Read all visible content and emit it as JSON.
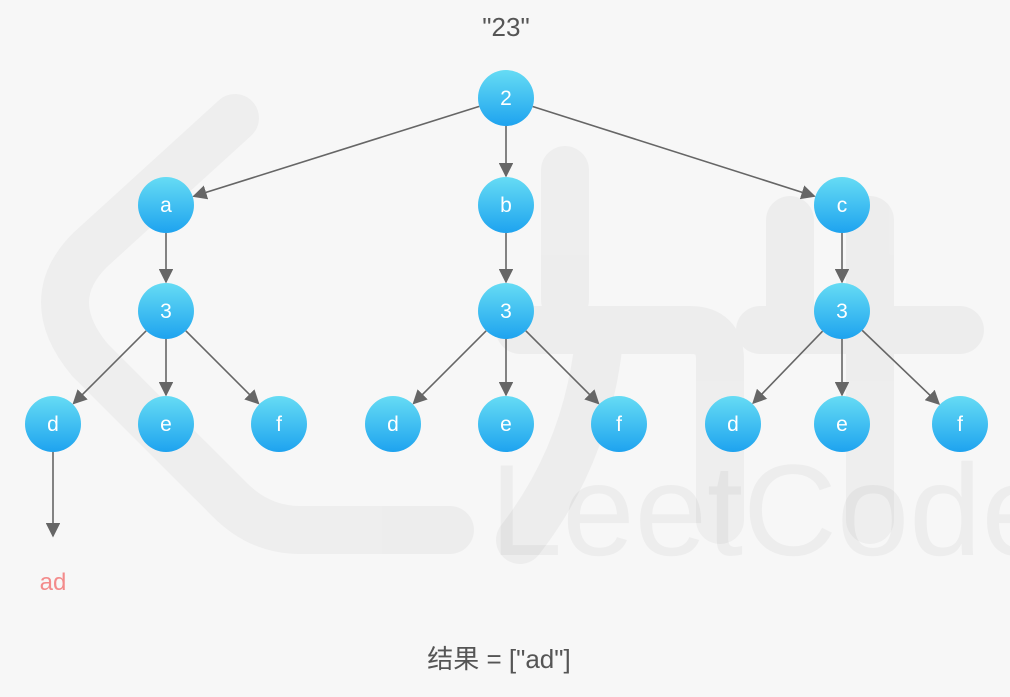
{
  "title": "\"23\"",
  "result": "结果 = [\"ad\"]",
  "output_label": "ad",
  "colors": {
    "background": "#f7f7f7",
    "node_fill_top": "#5fd8f3",
    "node_fill_bottom": "#1fa6f0",
    "edge": "#666666",
    "output_text": "#f38b8b",
    "text": "#555555"
  },
  "tree": {
    "root": {
      "id": "root",
      "label": "2"
    },
    "level1": [
      {
        "id": "a",
        "label": "a"
      },
      {
        "id": "b",
        "label": "b"
      },
      {
        "id": "c",
        "label": "c"
      }
    ],
    "level2": [
      {
        "id": "a3",
        "label": "3",
        "parent": "a"
      },
      {
        "id": "b3",
        "label": "3",
        "parent": "b"
      },
      {
        "id": "c3",
        "label": "3",
        "parent": "c"
      }
    ],
    "level3": [
      {
        "id": "ad",
        "label": "d",
        "parent": "a3"
      },
      {
        "id": "ae",
        "label": "e",
        "parent": "a3"
      },
      {
        "id": "af",
        "label": "f",
        "parent": "a3"
      },
      {
        "id": "bd",
        "label": "d",
        "parent": "b3"
      },
      {
        "id": "be",
        "label": "e",
        "parent": "b3"
      },
      {
        "id": "bf",
        "label": "f",
        "parent": "b3"
      },
      {
        "id": "cd",
        "label": "d",
        "parent": "c3"
      },
      {
        "id": "ce",
        "label": "e",
        "parent": "c3"
      },
      {
        "id": "cf",
        "label": "f",
        "parent": "c3"
      }
    ]
  }
}
